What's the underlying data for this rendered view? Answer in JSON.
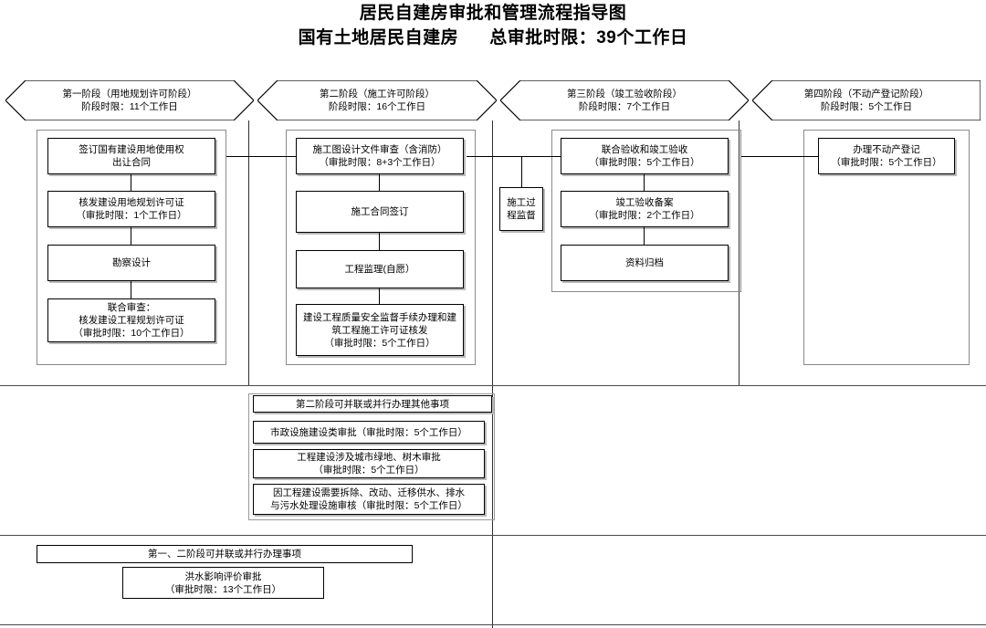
{
  "title": {
    "line1": "居民自建房审批和管理流程指导图",
    "line2_left": "国有土地居民自建房",
    "line2_right": "总审批时限：39个工作日"
  },
  "stages": [
    {
      "name": "第一阶段（用地规划许可阶段）",
      "limit": "阶段时限：11个工作日"
    },
    {
      "name": "第二阶段（施工许可阶段）",
      "limit": "阶段时限：16个工作日"
    },
    {
      "name": "第三阶段（竣工验收阶段）",
      "limit": "阶段时限：7个工作日"
    },
    {
      "name": "第四阶段（不动产登记阶段）",
      "limit": "阶段时限：5个工作日"
    }
  ],
  "stage1_steps": [
    {
      "l1": "签订国有建设用地使用权",
      "l2": "出让合同",
      "l3": ""
    },
    {
      "l1": "核发建设用地规划许可证",
      "l2": "（审批时限：1个工作日）",
      "l3": ""
    },
    {
      "l1": "勘察设计",
      "l2": "",
      "l3": ""
    },
    {
      "l1": "联合审查：",
      "l2": "核发建设工程规划许可证",
      "l3": "（审批时限：10个工作日）"
    }
  ],
  "stage2_steps": [
    {
      "l1": "施工图设计文件审查（含消防）",
      "l2": "（审批时限：8+3个工作日）",
      "l3": ""
    },
    {
      "l1": "施工合同签订",
      "l2": "",
      "l3": ""
    },
    {
      "l1": "工程监理(自愿）",
      "l2": "",
      "l3": ""
    },
    {
      "l1": "建设工程质量安全监督手续办理和建",
      "l2": "筑工程施工许可证核发",
      "l3": "（审批时限：5个工作日）"
    }
  ],
  "stage3_steps": [
    {
      "l1": "联合验收和竣工验收",
      "l2": "（审批时限：5个工作日）",
      "l3": ""
    },
    {
      "l1": "竣工验收备案",
      "l2": "（审批时限：2个工作日）",
      "l3": ""
    },
    {
      "l1": "资料归档",
      "l2": "",
      "l3": ""
    }
  ],
  "stage4_steps": [
    {
      "l1": "办理不动产登记",
      "l2": "（审批时限：5个工作日）",
      "l3": ""
    }
  ],
  "supervision": {
    "l1": "施工过",
    "l2": "程监督"
  },
  "parallel_stage2": {
    "header": "第二阶段可并联或并行办理其他事项",
    "items": [
      {
        "l1": "市政设施建设类审批（审批时限：5个工作日）",
        "l2": ""
      },
      {
        "l1": "工程建设涉及城市绿地、树木审批",
        "l2": "（审批时限：5个工作日）"
      },
      {
        "l1": "因工程建设需要拆除、改动、迁移供水、排水",
        "l2": "与污水处理设施审核（审批时限：5个工作日）"
      }
    ]
  },
  "parallel_stage12": {
    "header": "第一、二阶段可并联或并行办理事项",
    "items": [
      {
        "l1": "洪水影响评价审批",
        "l2": "（审批时限：13个工作日）"
      }
    ]
  },
  "colors": {
    "line": "#000000",
    "frame": "#8a8a8a",
    "shadow": "#b9b9b9",
    "background": "#ffffff"
  }
}
